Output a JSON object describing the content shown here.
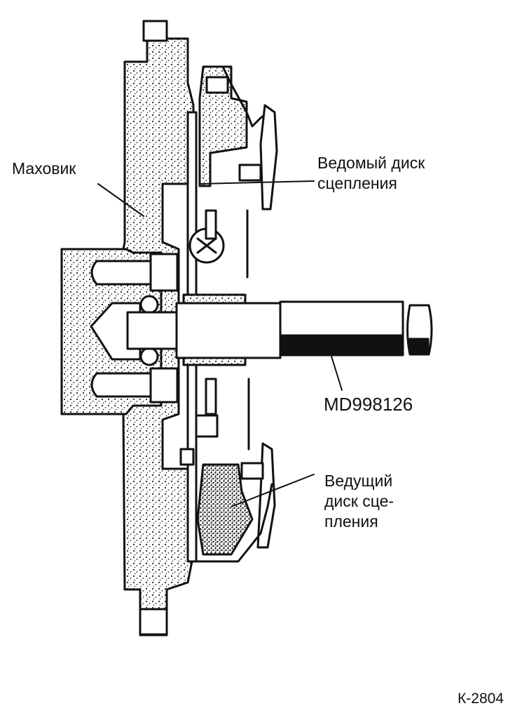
{
  "figure": {
    "callouts": {
      "flywheel": "Маховик",
      "driven_disc": [
        "Ведомый диск",
        "сцепления"
      ],
      "tool": "MD998126",
      "pressure_plate": [
        "Ведущий",
        "диск сце-",
        "пления"
      ]
    },
    "code": "К-2804"
  },
  "colors": {
    "ink": "#111111",
    "paper": "#ffffff"
  }
}
